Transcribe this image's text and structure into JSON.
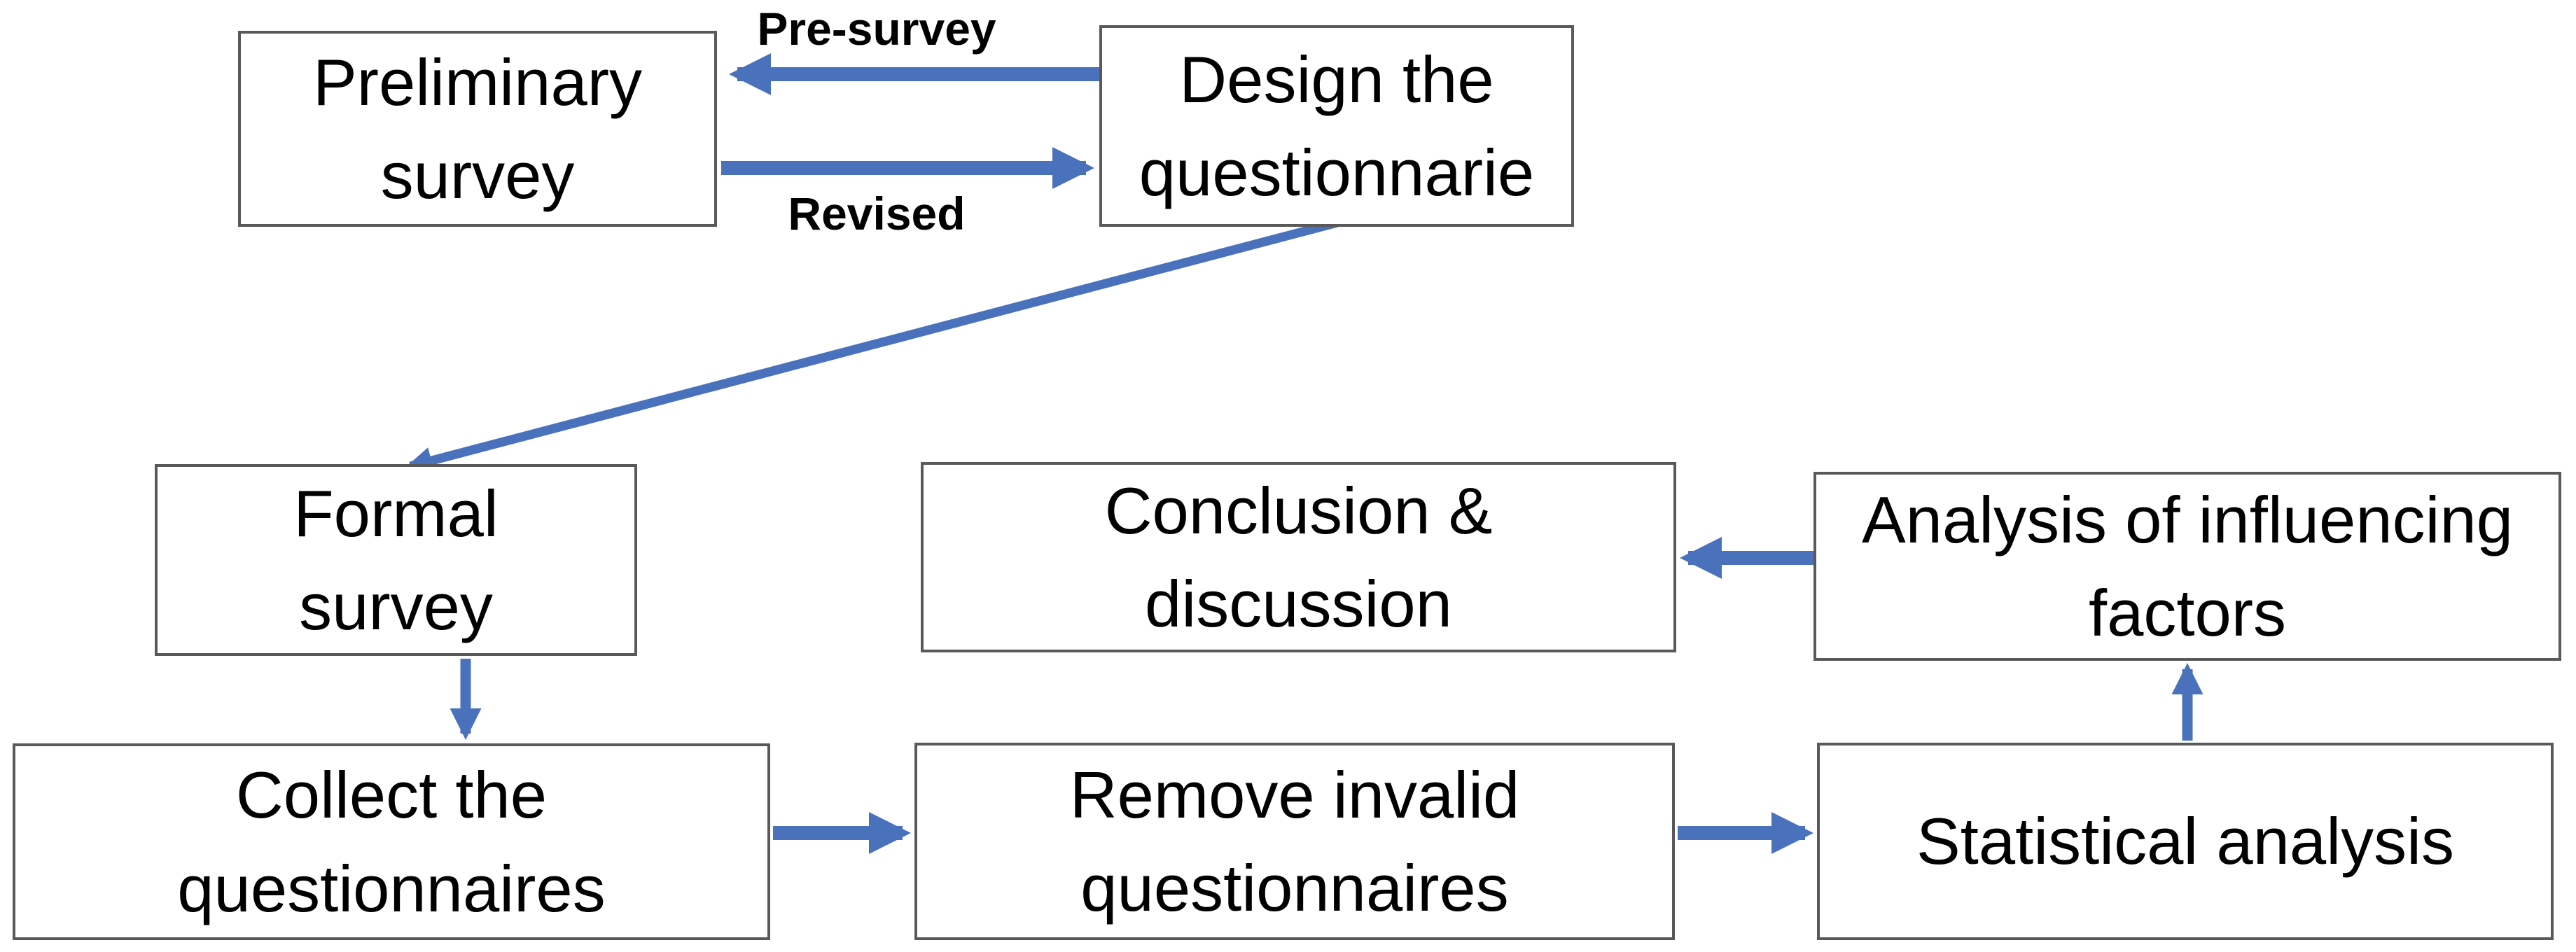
{
  "diagram": {
    "nodes": {
      "preliminary_survey": {
        "label": "Preliminary\nsurvey"
      },
      "design_questionnaire": {
        "label": "Design the\nquestionnarie"
      },
      "formal_survey": {
        "label": "Formal\nsurvey"
      },
      "conclusion_discussion": {
        "label": "Conclusion &\ndiscussion"
      },
      "analysis_factors": {
        "label": "Analysis of influencing\nfactors"
      },
      "collect_questionnaires": {
        "label": "Collect the\nquestionnaires"
      },
      "remove_invalid": {
        "label": "Remove invalid\nquestionnaires"
      },
      "statistical_analysis": {
        "label": "Statistical analysis"
      }
    },
    "edge_labels": {
      "pre_survey": "Pre-survey",
      "revised": "Revised"
    },
    "edges": [
      {
        "from": "design_questionnaire",
        "to": "preliminary_survey",
        "label": "Pre-survey"
      },
      {
        "from": "preliminary_survey",
        "to": "design_questionnaire",
        "label": "Revised"
      },
      {
        "from": "design_questionnaire",
        "to": "formal_survey",
        "label": ""
      },
      {
        "from": "formal_survey",
        "to": "collect_questionnaires",
        "label": ""
      },
      {
        "from": "collect_questionnaires",
        "to": "remove_invalid",
        "label": ""
      },
      {
        "from": "remove_invalid",
        "to": "statistical_analysis",
        "label": ""
      },
      {
        "from": "statistical_analysis",
        "to": "analysis_factors",
        "label": ""
      },
      {
        "from": "analysis_factors",
        "to": "conclusion_discussion",
        "label": ""
      }
    ],
    "colors": {
      "arrow": "#4a72bc",
      "box_border": "#595959",
      "box_fill": "#ffffff",
      "text": "#000000",
      "background": "#ffffff"
    }
  }
}
